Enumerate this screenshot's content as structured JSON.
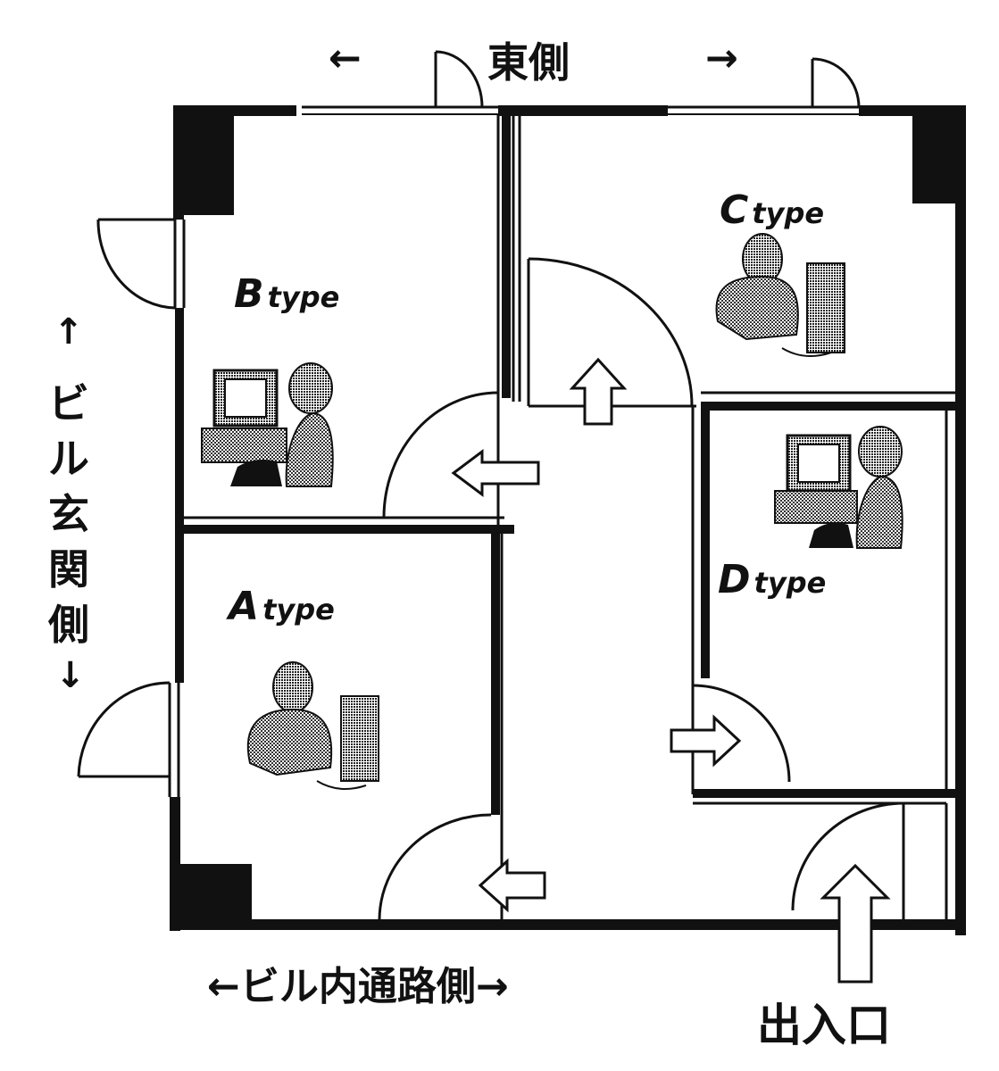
{
  "labels": {
    "east_side": "東側",
    "left_arrow": "←",
    "right_arrow": "→",
    "entrance_side_v": [
      "↑",
      "ビ",
      "ル",
      "玄",
      "関",
      "側",
      "↓"
    ],
    "corridor_side": "←ビル内通路側→",
    "exit": "出入口"
  },
  "rooms": [
    {
      "id": "b",
      "letter": "B",
      "suffix": "type"
    },
    {
      "id": "a",
      "letter": "A",
      "suffix": "type"
    },
    {
      "id": "c",
      "letter": "C",
      "suffix": "type"
    },
    {
      "id": "d",
      "letter": "D",
      "suffix": "type"
    }
  ],
  "icons": {
    "person_b": "woman-at-computer-icon",
    "person_a": "man-at-computer-icon",
    "person_c": "man-at-computer-icon",
    "person_d": "woman-at-computer-icon"
  }
}
